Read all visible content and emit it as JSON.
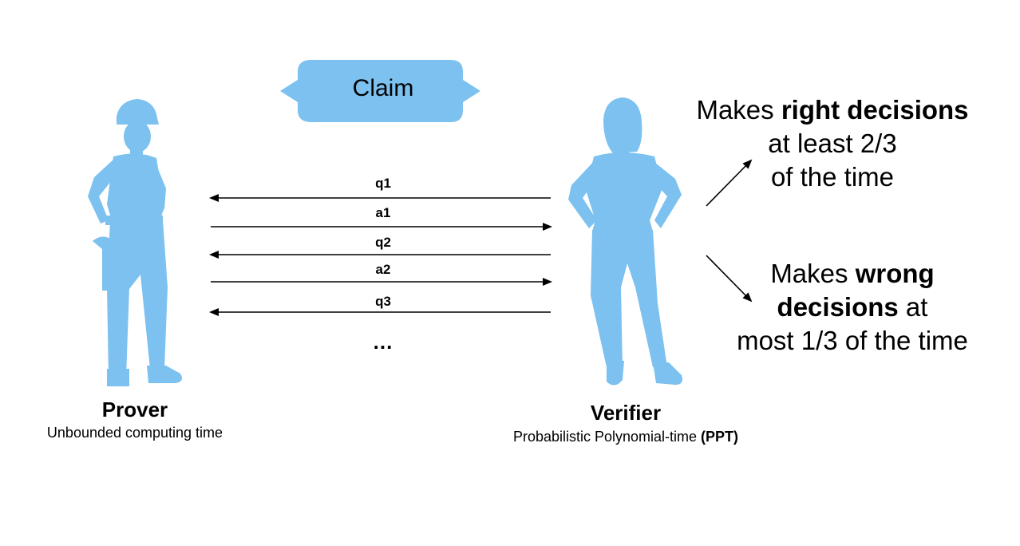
{
  "claim": {
    "label": "Claim"
  },
  "messages": [
    {
      "label": "q1",
      "direction": "to-prover"
    },
    {
      "label": "a1",
      "direction": "to-verifier"
    },
    {
      "label": "q2",
      "direction": "to-prover"
    },
    {
      "label": "a2",
      "direction": "to-verifier"
    },
    {
      "label": "q3",
      "direction": "to-prover"
    }
  ],
  "ellipsis": "...",
  "prover": {
    "name": "Prover",
    "description": "Unbounded computing time"
  },
  "verifier": {
    "name": "Verifier",
    "description": "Probabilistic Polynomial-time",
    "description_bold": "(PPT)"
  },
  "outcomes": {
    "right": {
      "line1_pre": "Makes ",
      "line1_bold": "right decisions",
      "line2": "at least 2/3",
      "line3": "of the time"
    },
    "wrong": {
      "line1_pre": "Makes ",
      "line1_bold": "wrong",
      "line2_bold": "decisions",
      "line2_post": " at",
      "line3": "most 1/3 of the time"
    }
  },
  "colors": {
    "figure": "#7cc1ef",
    "arrow": "#000000",
    "text": "#000000",
    "background": "#ffffff"
  }
}
